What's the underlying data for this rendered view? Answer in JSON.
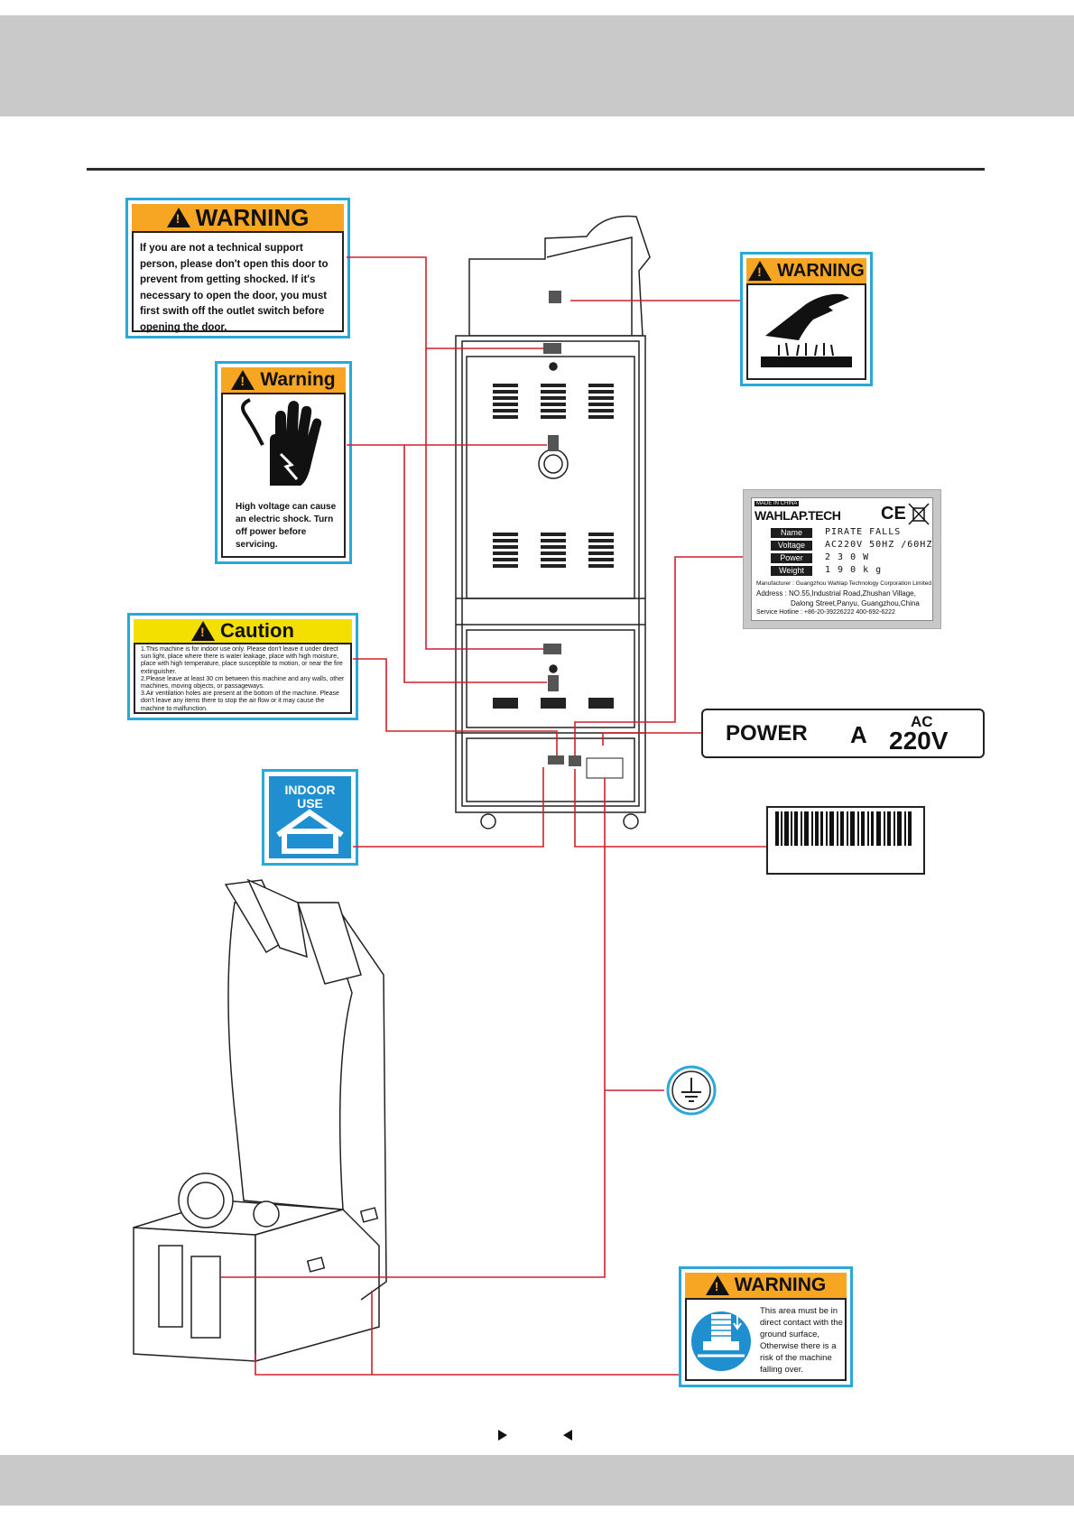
{
  "warning_door": {
    "title": "WARNING",
    "text": "If you are not a technical support person, please don't open this door to prevent from getting shocked. If it's necessary to open the door, you must first swith off the outlet switch before opening the door."
  },
  "warning_voltage": {
    "title": "Warning",
    "text": "High voltage can cause an electric shock. Turn off power before servicing."
  },
  "caution": {
    "title": "Caution",
    "items": [
      "1.This machine is for indoor use only. Please don't leave it under direct sun light, place where there is water leakage, place with high moisture, place with high temperature, place susceptible to motion, or near the fire extinguisher.",
      "2.Please leave at least 30 cm between this machine and any walls, other machines, moving objects, or passageways.",
      "3.Air ventilation holes are present at the bottom of the machine. Please don't leave any items there to stop the air flow or it may cause the machine to malfunction."
    ]
  },
  "indoor_use": {
    "line1": "INDOOR",
    "line2": "USE"
  },
  "warning_hot": {
    "title": "WARNING"
  },
  "nameplate": {
    "made_in": "MADE IN CHINA",
    "brand": "WAHLAP.TECH",
    "ce": "CE",
    "fields": [
      {
        "label": "Name",
        "value": "PIRATE  FALLS"
      },
      {
        "label": "Voltage",
        "value": "AC220V  50HZ /60HZ"
      },
      {
        "label": "Power",
        "value": "2 3 0 W"
      },
      {
        "label": "Weight",
        "value": "1 9 0 k g"
      }
    ],
    "manufacturer": "Manufacturer : Guangzhou Wahlap Technology Corporation Limited",
    "address1": "Address : NO.55,Industrial Road,Zhushan Village,",
    "address2": "Dalong Street,Panyu, Guangzhou,China",
    "hotline": "Service Hotline : +86-20-39226222   400-692-6222"
  },
  "power_label": {
    "power": "POWER",
    "unit": "A",
    "ac": "AC",
    "voltage": "220V"
  },
  "warning_ground": {
    "title": "WARNING",
    "text": "This area must be in direct contact with the ground surface, Otherwise there is a risk of the machine falling over."
  },
  "colors": {
    "band": "#c9c9c9",
    "warning_orange": "#f6a623",
    "caution_yellow": "#f4e000",
    "frame_blue": "#2aa8d8",
    "leader_red": "#d0202c"
  },
  "icons": [
    "warning-triangle-icon",
    "shock-hand-icon",
    "hot-surface-icon",
    "house-icon",
    "ground-symbol-icon",
    "tipping-icon",
    "barcode-icon",
    "ce-mark-icon",
    "bin-icon"
  ]
}
